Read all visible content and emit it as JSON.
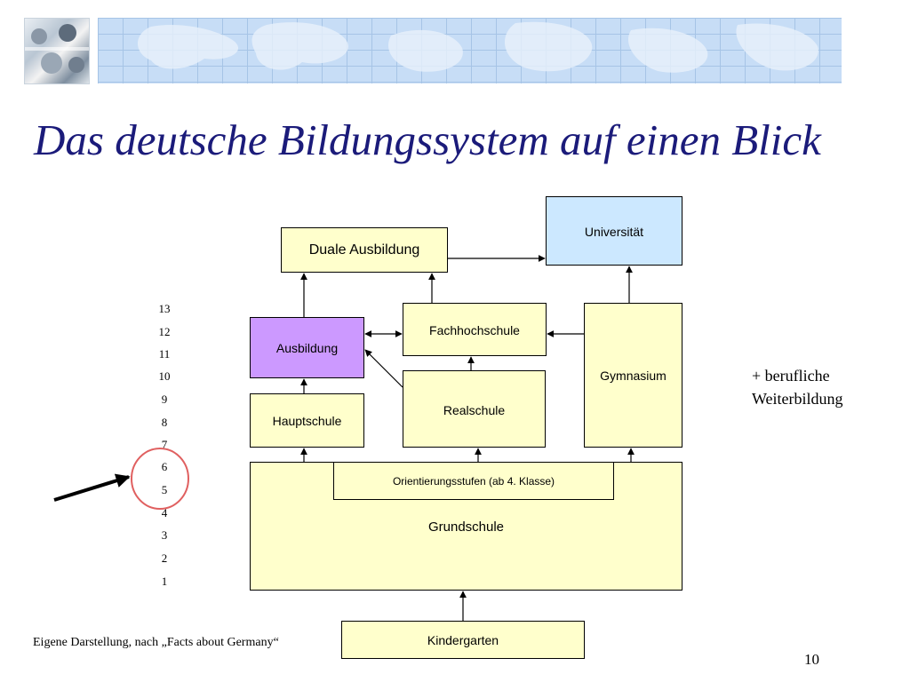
{
  "slide": {
    "title": "Das deutsche Bildungssystem auf einen Blick",
    "note_lines": [
      "+ berufliche",
      "Weiterbildung"
    ],
    "source": "Eigene Darstellung, nach „Facts about Germany“",
    "page_number": "10"
  },
  "diagram": {
    "boxes": {
      "universitaet": "Universität",
      "duale_ausbildung": "Duale Ausbildung",
      "fachhochschule": "Fachhochschule",
      "ausbildung": "Ausbildung",
      "gymnasium": "Gymnasium",
      "hauptschule": "Hauptschule",
      "realschule": "Realschule",
      "orientierungsstufen": "Orientierungsstufen (ab 4. Klasse)",
      "grundschule": "Grundschule",
      "kindergarten": "Kindergarten"
    },
    "years": [
      "13",
      "12",
      "11",
      "10",
      "9",
      "8",
      "7",
      "6",
      "5",
      "4",
      "3",
      "2",
      "1"
    ],
    "highlighted_years": [
      "6",
      "5"
    ]
  },
  "colors": {
    "box_fill": "#ffffcc",
    "university_fill": "#cce8ff",
    "ausbildung_fill": "#cc99ff",
    "title_color": "#1b1b7a",
    "highlight_circle": "#e06060"
  }
}
